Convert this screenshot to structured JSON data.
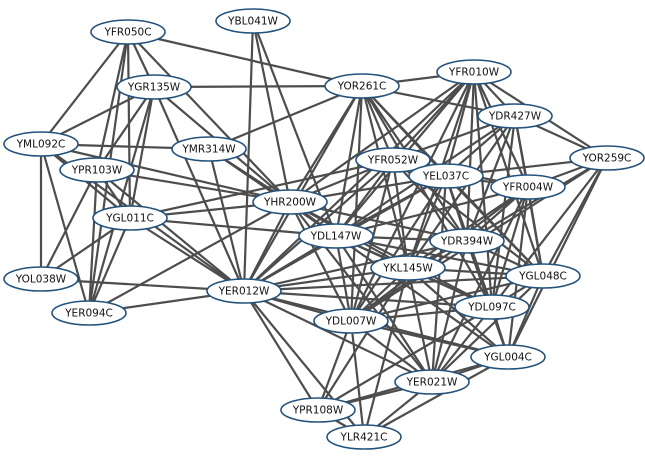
{
  "graph": {
    "nodes": [
      {
        "id": "YFR050C",
        "label": "YFR050C"
      },
      {
        "id": "YBL041W",
        "label": "YBL041W"
      },
      {
        "id": "YGR135W",
        "label": "YGR135W"
      },
      {
        "id": "YOR261C",
        "label": "YOR261C"
      },
      {
        "id": "YFR010W",
        "label": "YFR010W"
      },
      {
        "id": "YDR427W",
        "label": "YDR427W"
      },
      {
        "id": "YML092C",
        "label": "YML092C"
      },
      {
        "id": "YMR314W",
        "label": "YMR314W"
      },
      {
        "id": "YPR103W",
        "label": "YPR103W"
      },
      {
        "id": "YFR052W",
        "label": "YFR052W"
      },
      {
        "id": "YEL037C",
        "label": "YEL037C"
      },
      {
        "id": "YOR259C",
        "label": "YOR259C"
      },
      {
        "id": "YFR004W",
        "label": "YFR004W"
      },
      {
        "id": "YHR200W",
        "label": "YHR200W"
      },
      {
        "id": "YGL011C",
        "label": "YGL011C"
      },
      {
        "id": "YDL147W",
        "label": "YDL147W"
      },
      {
        "id": "YDR394W",
        "label": "YDR394W"
      },
      {
        "id": "YKL145W",
        "label": "YKL145W"
      },
      {
        "id": "YGL048C",
        "label": "YGL048C"
      },
      {
        "id": "YOL038W",
        "label": "YOL038W"
      },
      {
        "id": "YER012W",
        "label": "YER012W"
      },
      {
        "id": "YER094C",
        "label": "YER094C"
      },
      {
        "id": "YDL007W",
        "label": "YDL007W"
      },
      {
        "id": "YDL097C",
        "label": "YDL097C"
      },
      {
        "id": "YGL004C",
        "label": "YGL004C"
      },
      {
        "id": "YER021W",
        "label": "YER021W"
      },
      {
        "id": "YPR108W",
        "label": "YPR108W"
      },
      {
        "id": "YLR421C",
        "label": "YLR421C"
      }
    ],
    "edges": [
      [
        "YFR050C",
        "YGR135W"
      ],
      [
        "YFR050C",
        "YOR261C"
      ],
      [
        "YFR050C",
        "YML092C"
      ],
      [
        "YFR050C",
        "YPR103W"
      ],
      [
        "YFR050C",
        "YGL011C"
      ],
      [
        "YFR050C",
        "YHR200W"
      ],
      [
        "YFR050C",
        "YER094C"
      ],
      [
        "YGR135W",
        "YOR261C"
      ],
      [
        "YGR135W",
        "YML092C"
      ],
      [
        "YGR135W",
        "YPR103W"
      ],
      [
        "YGR135W",
        "YGL011C"
      ],
      [
        "YGR135W",
        "YER012W"
      ],
      [
        "YGR135W",
        "YHR200W"
      ],
      [
        "YGR135W",
        "YER094C"
      ],
      [
        "YML092C",
        "YMR314W"
      ],
      [
        "YML092C",
        "YOL038W"
      ],
      [
        "YML092C",
        "YER094C"
      ],
      [
        "YML092C",
        "YGL011C"
      ],
      [
        "YML092C",
        "YHR200W"
      ],
      [
        "YML092C",
        "YER012W"
      ],
      [
        "YPR103W",
        "YGL011C"
      ],
      [
        "YPR103W",
        "YHR200W"
      ],
      [
        "YPR103W",
        "YER012W"
      ],
      [
        "YPR103W",
        "YOL038W"
      ],
      [
        "YPR103W",
        "YER094C"
      ],
      [
        "YGL011C",
        "YHR200W"
      ],
      [
        "YGL011C",
        "YER012W"
      ],
      [
        "YGL011C",
        "YOL038W"
      ],
      [
        "YGL011C",
        "YER094C"
      ],
      [
        "YGL011C",
        "YDL147W"
      ],
      [
        "YGL011C",
        "YFR052W"
      ],
      [
        "YOL038W",
        "YER012W"
      ],
      [
        "YER094C",
        "YER012W"
      ],
      [
        "YER094C",
        "YHR200W"
      ],
      [
        "YBL041W",
        "YHR200W"
      ],
      [
        "YBL041W",
        "YER012W"
      ],
      [
        "YBL041W",
        "YDL147W"
      ],
      [
        "YMR314W",
        "YOR261C"
      ],
      [
        "YMR314W",
        "YHR200W"
      ],
      [
        "YMR314W",
        "YER012W"
      ],
      [
        "YMR314W",
        "YDL147W"
      ],
      [
        "YOR261C",
        "YFR010W"
      ],
      [
        "YOR261C",
        "YDR427W"
      ],
      [
        "YOR261C",
        "YFR052W"
      ],
      [
        "YOR261C",
        "YEL037C"
      ],
      [
        "YOR261C",
        "YHR200W"
      ],
      [
        "YOR261C",
        "YDL147W"
      ],
      [
        "YOR261C",
        "YDR394W"
      ],
      [
        "YOR261C",
        "YKL145W"
      ],
      [
        "YOR261C",
        "YER012W"
      ],
      [
        "YOR261C",
        "YDL007W"
      ],
      [
        "YOR261C",
        "YDL097C"
      ],
      [
        "YOR261C",
        "YGL048C"
      ],
      [
        "YFR010W",
        "YDR427W"
      ],
      [
        "YFR010W",
        "YFR052W"
      ],
      [
        "YFR010W",
        "YEL037C"
      ],
      [
        "YFR010W",
        "YFR004W"
      ],
      [
        "YFR010W",
        "YDL147W"
      ],
      [
        "YFR010W",
        "YDR394W"
      ],
      [
        "YFR010W",
        "YKL145W"
      ],
      [
        "YFR010W",
        "YHR200W"
      ],
      [
        "YFR010W",
        "YDL007W"
      ],
      [
        "YFR010W",
        "YGL048C"
      ],
      [
        "YFR010W",
        "YDL097C"
      ],
      [
        "YFR010W",
        "YER012W"
      ],
      [
        "YDR427W",
        "YOR259C"
      ],
      [
        "YDR427W",
        "YFR052W"
      ],
      [
        "YDR427W",
        "YEL037C"
      ],
      [
        "YDR427W",
        "YFR004W"
      ],
      [
        "YDR427W",
        "YDR394W"
      ],
      [
        "YDR427W",
        "YKL145W"
      ],
      [
        "YDR427W",
        "YGL048C"
      ],
      [
        "YDR427W",
        "YDL147W"
      ],
      [
        "YDR427W",
        "YDL097C"
      ],
      [
        "YOR259C",
        "YFR004W"
      ],
      [
        "YOR259C",
        "YEL037C"
      ],
      [
        "YOR259C",
        "YDR394W"
      ],
      [
        "YOR259C",
        "YGL048C"
      ],
      [
        "YOR259C",
        "YDL097C"
      ],
      [
        "YOR259C",
        "YGL004C"
      ],
      [
        "YOR259C",
        "YDL007W"
      ],
      [
        "YOR259C",
        "YFR010W"
      ],
      [
        "YFR052W",
        "YEL037C"
      ],
      [
        "YFR052W",
        "YHR200W"
      ],
      [
        "YFR052W",
        "YDL147W"
      ],
      [
        "YFR052W",
        "YDR394W"
      ],
      [
        "YFR052W",
        "YKL145W"
      ],
      [
        "YFR052W",
        "YFR004W"
      ],
      [
        "YFR052W",
        "YER012W"
      ],
      [
        "YFR052W",
        "YDL007W"
      ],
      [
        "YFR052W",
        "YGL048C"
      ],
      [
        "YEL037C",
        "YFR004W"
      ],
      [
        "YEL037C",
        "YDL147W"
      ],
      [
        "YEL037C",
        "YDR394W"
      ],
      [
        "YEL037C",
        "YKL145W"
      ],
      [
        "YEL037C",
        "YGL048C"
      ],
      [
        "YEL037C",
        "YDL097C"
      ],
      [
        "YEL037C",
        "YDL007W"
      ],
      [
        "YEL037C",
        "YER012W"
      ],
      [
        "YEL037C",
        "YER021W"
      ],
      [
        "YEL037C",
        "YHR200W"
      ],
      [
        "YFR004W",
        "YDR394W"
      ],
      [
        "YFR004W",
        "YKL145W"
      ],
      [
        "YFR004W",
        "YGL048C"
      ],
      [
        "YFR004W",
        "YDL097C"
      ],
      [
        "YFR004W",
        "YDL007W"
      ],
      [
        "YFR004W",
        "YDL147W"
      ],
      [
        "YFR004W",
        "YGL004C"
      ],
      [
        "YFR004W",
        "YER021W"
      ],
      [
        "YHR200W",
        "YDL147W"
      ],
      [
        "YHR200W",
        "YER012W"
      ],
      [
        "YHR200W",
        "YKL145W"
      ],
      [
        "YHR200W",
        "YDL007W"
      ],
      [
        "YHR200W",
        "YDR394W"
      ],
      [
        "YHR200W",
        "YER021W"
      ],
      [
        "YHR200W",
        "YDL097C"
      ],
      [
        "YDL147W",
        "YDR394W"
      ],
      [
        "YDL147W",
        "YKL145W"
      ],
      [
        "YDL147W",
        "YER012W"
      ],
      [
        "YDL147W",
        "YDL007W"
      ],
      [
        "YDL147W",
        "YGL048C"
      ],
      [
        "YDL147W",
        "YDL097C"
      ],
      [
        "YDL147W",
        "YER021W"
      ],
      [
        "YDL147W",
        "YGL004C"
      ],
      [
        "YDR394W",
        "YKL145W"
      ],
      [
        "YDR394W",
        "YGL048C"
      ],
      [
        "YDR394W",
        "YDL097C"
      ],
      [
        "YDR394W",
        "YDL007W"
      ],
      [
        "YDR394W",
        "YER012W"
      ],
      [
        "YDR394W",
        "YER021W"
      ],
      [
        "YDR394W",
        "YGL004C"
      ],
      [
        "YKL145W",
        "YER012W"
      ],
      [
        "YKL145W",
        "YDL007W"
      ],
      [
        "YKL145W",
        "YGL048C"
      ],
      [
        "YKL145W",
        "YDL097C"
      ],
      [
        "YKL145W",
        "YGL004C"
      ],
      [
        "YKL145W",
        "YER021W"
      ],
      [
        "YKL145W",
        "YPR108W"
      ],
      [
        "YKL145W",
        "YLR421C"
      ],
      [
        "YGL048C",
        "YDL097C"
      ],
      [
        "YGL048C",
        "YGL004C"
      ],
      [
        "YGL048C",
        "YER021W"
      ],
      [
        "YGL048C",
        "YDL007W"
      ],
      [
        "YGL048C",
        "YER012W"
      ],
      [
        "YER012W",
        "YDL007W"
      ],
      [
        "YER012W",
        "YDL097C"
      ],
      [
        "YER012W",
        "YGL004C"
      ],
      [
        "YER012W",
        "YER021W"
      ],
      [
        "YER012W",
        "YPR108W"
      ],
      [
        "YER012W",
        "YLR421C"
      ],
      [
        "YDL007W",
        "YDL097C"
      ],
      [
        "YDL007W",
        "YER021W"
      ],
      [
        "YDL007W",
        "YGL004C"
      ],
      [
        "YDL007W",
        "YPR108W"
      ],
      [
        "YDL007W",
        "YLR421C"
      ],
      [
        "YDL097C",
        "YGL004C"
      ],
      [
        "YDL097C",
        "YER021W"
      ],
      [
        "YDL097C",
        "YPR108W"
      ],
      [
        "YGL004C",
        "YER021W"
      ],
      [
        "YGL004C",
        "YPR108W"
      ],
      [
        "YGL004C",
        "YLR421C"
      ],
      [
        "YER021W",
        "YPR108W"
      ],
      [
        "YER021W",
        "YLR421C"
      ],
      [
        "YPR108W",
        "YLR421C"
      ]
    ]
  }
}
